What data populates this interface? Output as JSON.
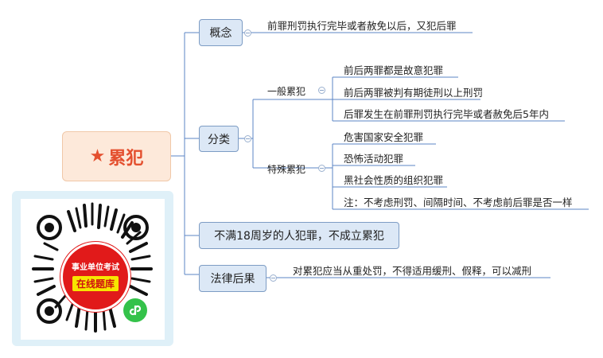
{
  "root": {
    "title": "累犯"
  },
  "branches": {
    "concept": {
      "label": "概念",
      "text": "前罪刑罚执行完毕或者赦免以后，又犯后罪"
    },
    "classification": {
      "label": "分类",
      "general": {
        "label": "一般累犯",
        "items": [
          "前后两罪都是故意犯罪",
          "前后两罪被判有期徒刑以上刑罚",
          "后罪发生在前罪刑罚执行完毕或者赦免后5年内"
        ]
      },
      "special": {
        "label": "特殊累犯",
        "items": [
          "危害国家安全犯罪",
          "恐怖活动犯罪",
          "黑社会性质的组织犯罪",
          "注：不考虑刑罚、间隔时间、不考虑前后罪是否一样"
        ]
      }
    },
    "minor": {
      "label": "不满18周岁的人犯罪，不成立累犯"
    },
    "consequence": {
      "label": "法律后果",
      "text": "对累犯应当从重处罚，不得适用缓刑、假释，可以减刑"
    }
  },
  "qr": {
    "top": "事业单位考试",
    "bottom": "在线题库"
  },
  "colors": {
    "accent": "#e4502f",
    "node_fill": "#dce8f6",
    "node_border": "#7d9cc4",
    "line": "#5b84c4"
  }
}
